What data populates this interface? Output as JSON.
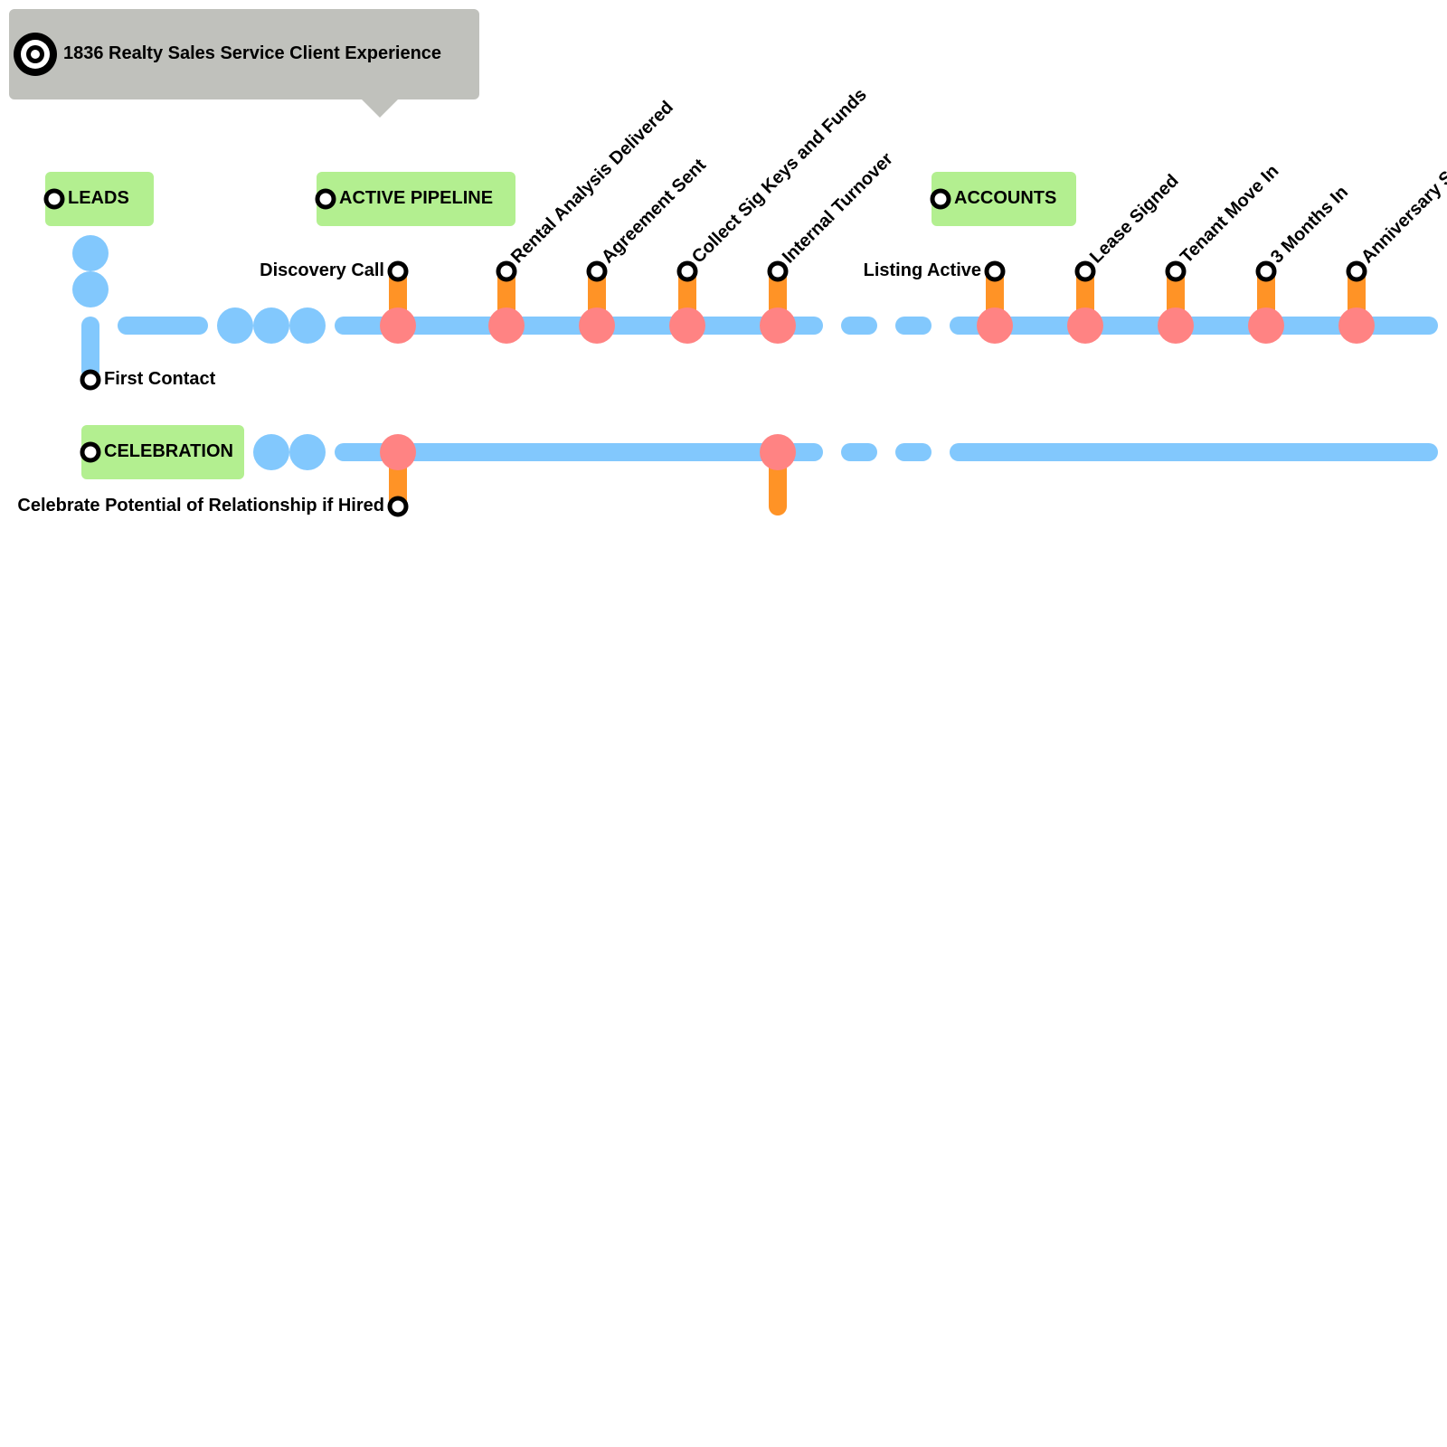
{
  "title": {
    "text": "1836 Realty Sales  Service Client Experience",
    "icon": "target-icon"
  },
  "colors": {
    "callout": "#c0c1bc",
    "section_box": "#b3ef90",
    "line": "#82c8fd",
    "touchpoint": "#ff8383",
    "stub": "#ff9326",
    "station_ring": "#000000"
  },
  "sections": [
    {
      "id": "leads",
      "label": "LEADS"
    },
    {
      "id": "active-pipeline",
      "label": "ACTIVE PIPELINE"
    },
    {
      "id": "accounts",
      "label": "ACCOUNTS"
    },
    {
      "id": "celebration",
      "label": "CELEBRATION"
    }
  ],
  "stations": {
    "first_contact": "First Contact",
    "discovery_call": "Discovery Call",
    "rental_analysis": "Rental Analysis Delivered",
    "agreement_sent": "Agreement Sent",
    "collect_sig": "Collect Sig Keys and Funds",
    "internal_turnover": "Internal Turnover",
    "listing_active": "Listing Active",
    "lease_signed": "Lease Signed",
    "tenant_move_in": "Tenant Move In",
    "three_months": "3 Months In",
    "anniversary": "Anniversary S",
    "celebrate_potential": "Celebrate Potential of Relationship if Hired"
  }
}
